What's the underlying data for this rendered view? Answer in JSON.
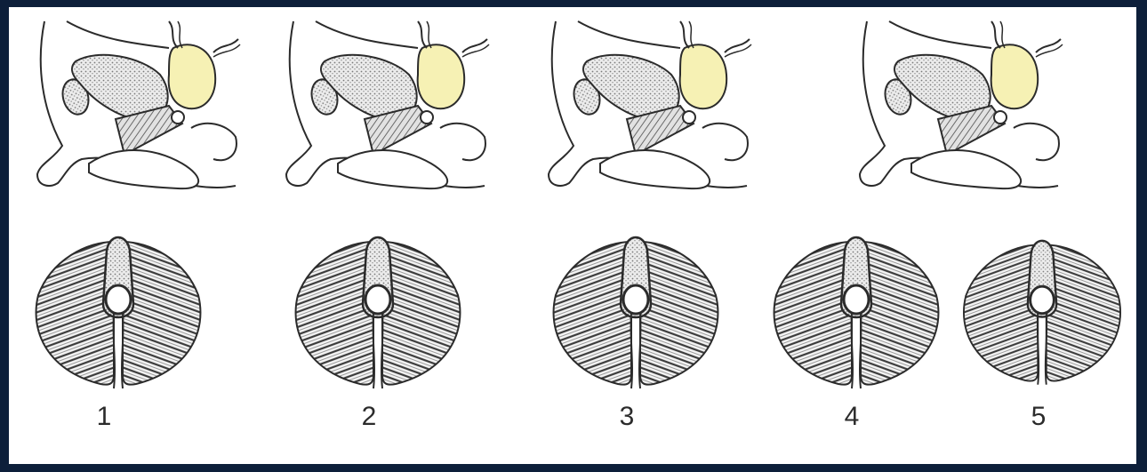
{
  "figure": {
    "title": "",
    "stages": [
      {
        "label": "1"
      },
      {
        "label": "2"
      },
      {
        "label": "3"
      },
      {
        "label": "4"
      },
      {
        "label": "5"
      }
    ]
  },
  "colors": {
    "outer_border": "#0d1f3a",
    "background": "#ffffff",
    "bladder_fill": "#f6f1b4",
    "ink": "#2b2b2b",
    "shading": "#9a9a9a"
  }
}
